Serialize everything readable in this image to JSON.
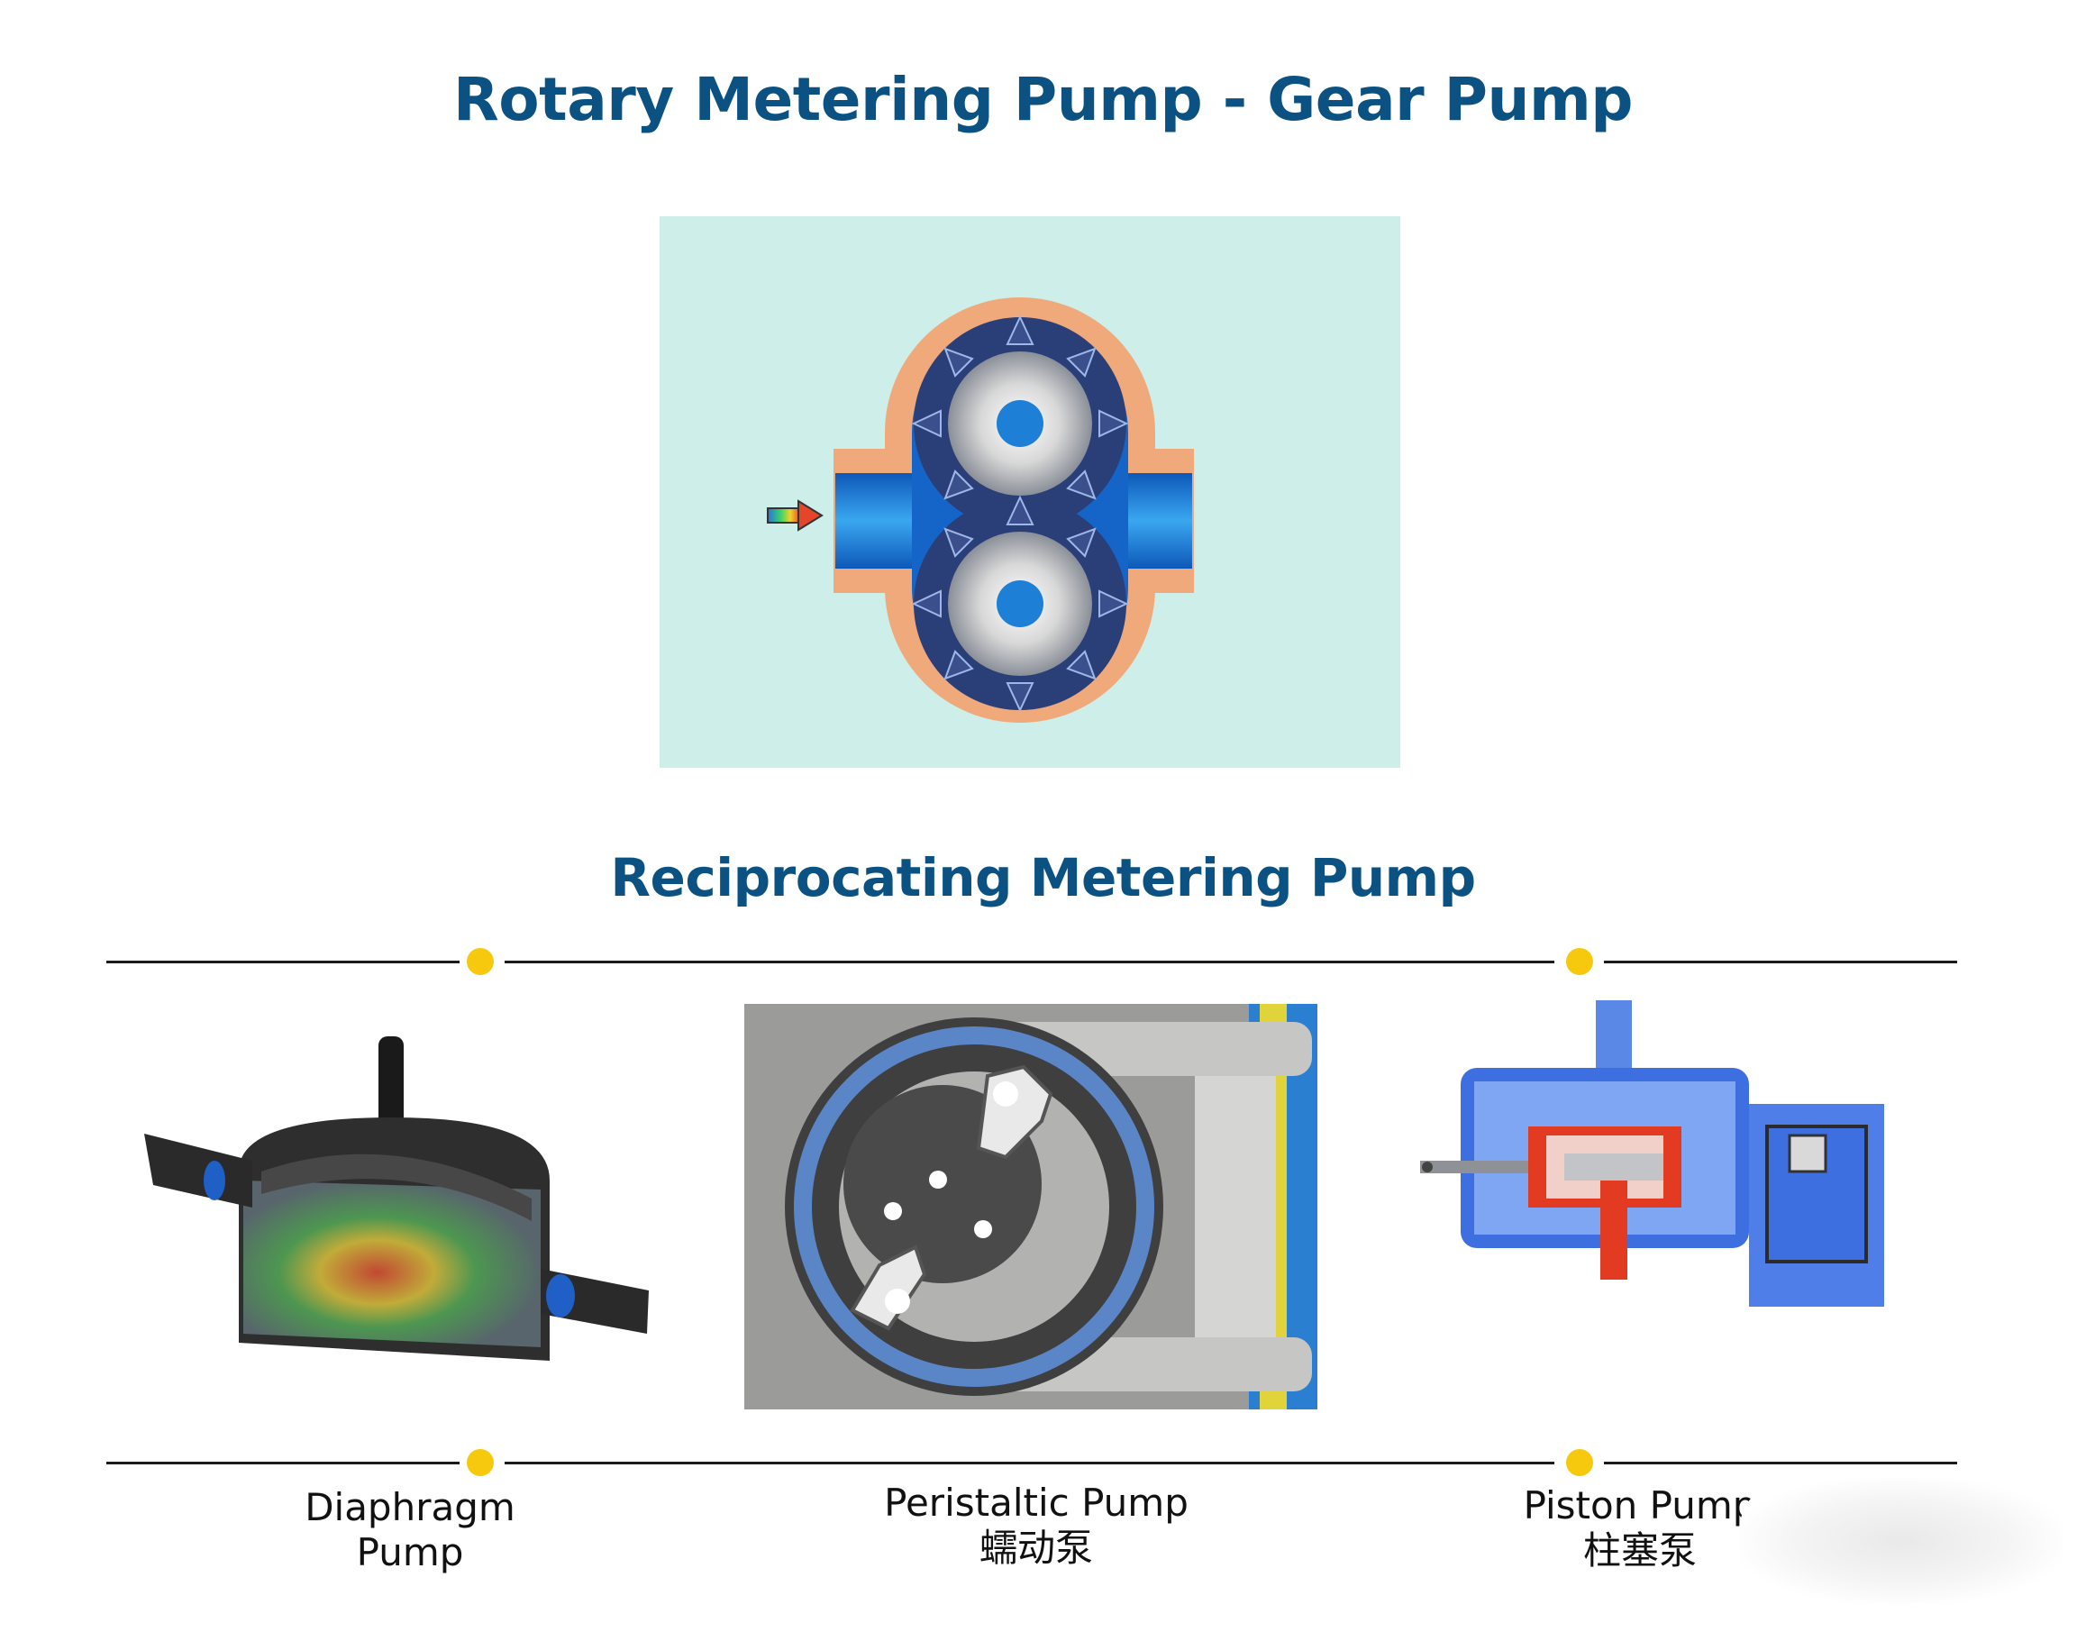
{
  "header": {
    "main_title": "Rotary Metering Pump - Gear Pump",
    "sub_title": "Reciprocating Metering Pump"
  },
  "captions": {
    "diaphragm": {
      "line1": "Diaphragm",
      "line2": "Pump"
    },
    "peristaltic": {
      "line1": "Peristaltic Pump",
      "line2": "蠕动泵"
    },
    "piston": {
      "line1": "Piston Pump",
      "line2": "柱塞泵"
    }
  },
  "colors": {
    "title": "#0b5283",
    "dot": "#f6c90e",
    "gear_bg": "#cdeee9",
    "housing": "#f0a97a",
    "fluid": "#1565c8",
    "piston_housing": "#3d6fe0",
    "piston_red": "#e23b22"
  },
  "icons": [
    "gear-pump-illustration",
    "diaphragm-pump-illustration",
    "peristaltic-pump-illustration",
    "piston-pump-illustration"
  ]
}
